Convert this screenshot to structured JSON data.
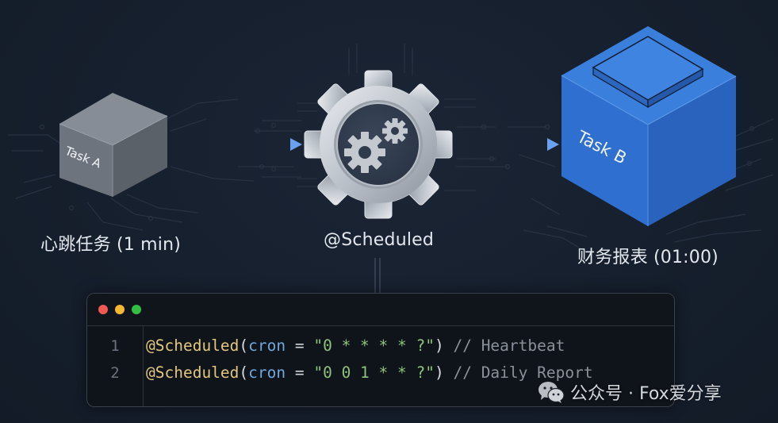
{
  "diagram": {
    "nodes": [
      {
        "id": "task-a",
        "cube_label": "Task A",
        "caption": "心跳任务 (1 min)",
        "color": "#7d838c"
      },
      {
        "id": "scheduler",
        "caption": "@Scheduled",
        "color": "#c9cdd3"
      },
      {
        "id": "task-b",
        "cube_label": "Task B",
        "caption": "财务报表 (01:00)",
        "color": "#2f6fd0"
      }
    ],
    "edges": [
      {
        "from": "task-a",
        "to": "scheduler",
        "color": "#5b8fe0"
      },
      {
        "from": "scheduler",
        "to": "task-b",
        "color": "#5b8fe0"
      }
    ]
  },
  "code_window": {
    "traffic_lights": [
      "#ee5a52",
      "#f5b82e",
      "#33c042"
    ],
    "lines": [
      {
        "number": "1",
        "annotation": "@Scheduled",
        "open_paren": "(",
        "key": "cron",
        "op": " = ",
        "value": "\"0 * * * * ?\"",
        "close_paren": ")",
        "comment": " // Heartbeat"
      },
      {
        "number": "2",
        "annotation": "@Scheduled",
        "open_paren": "(",
        "key": "cron",
        "op": " = ",
        "value": "\"0 0 1 * * ?\"",
        "close_paren": ")",
        "comment": " // Daily Report"
      }
    ]
  },
  "watermark": {
    "icon": "wechat-icon",
    "text": "公众号 · Fox爱分享"
  }
}
